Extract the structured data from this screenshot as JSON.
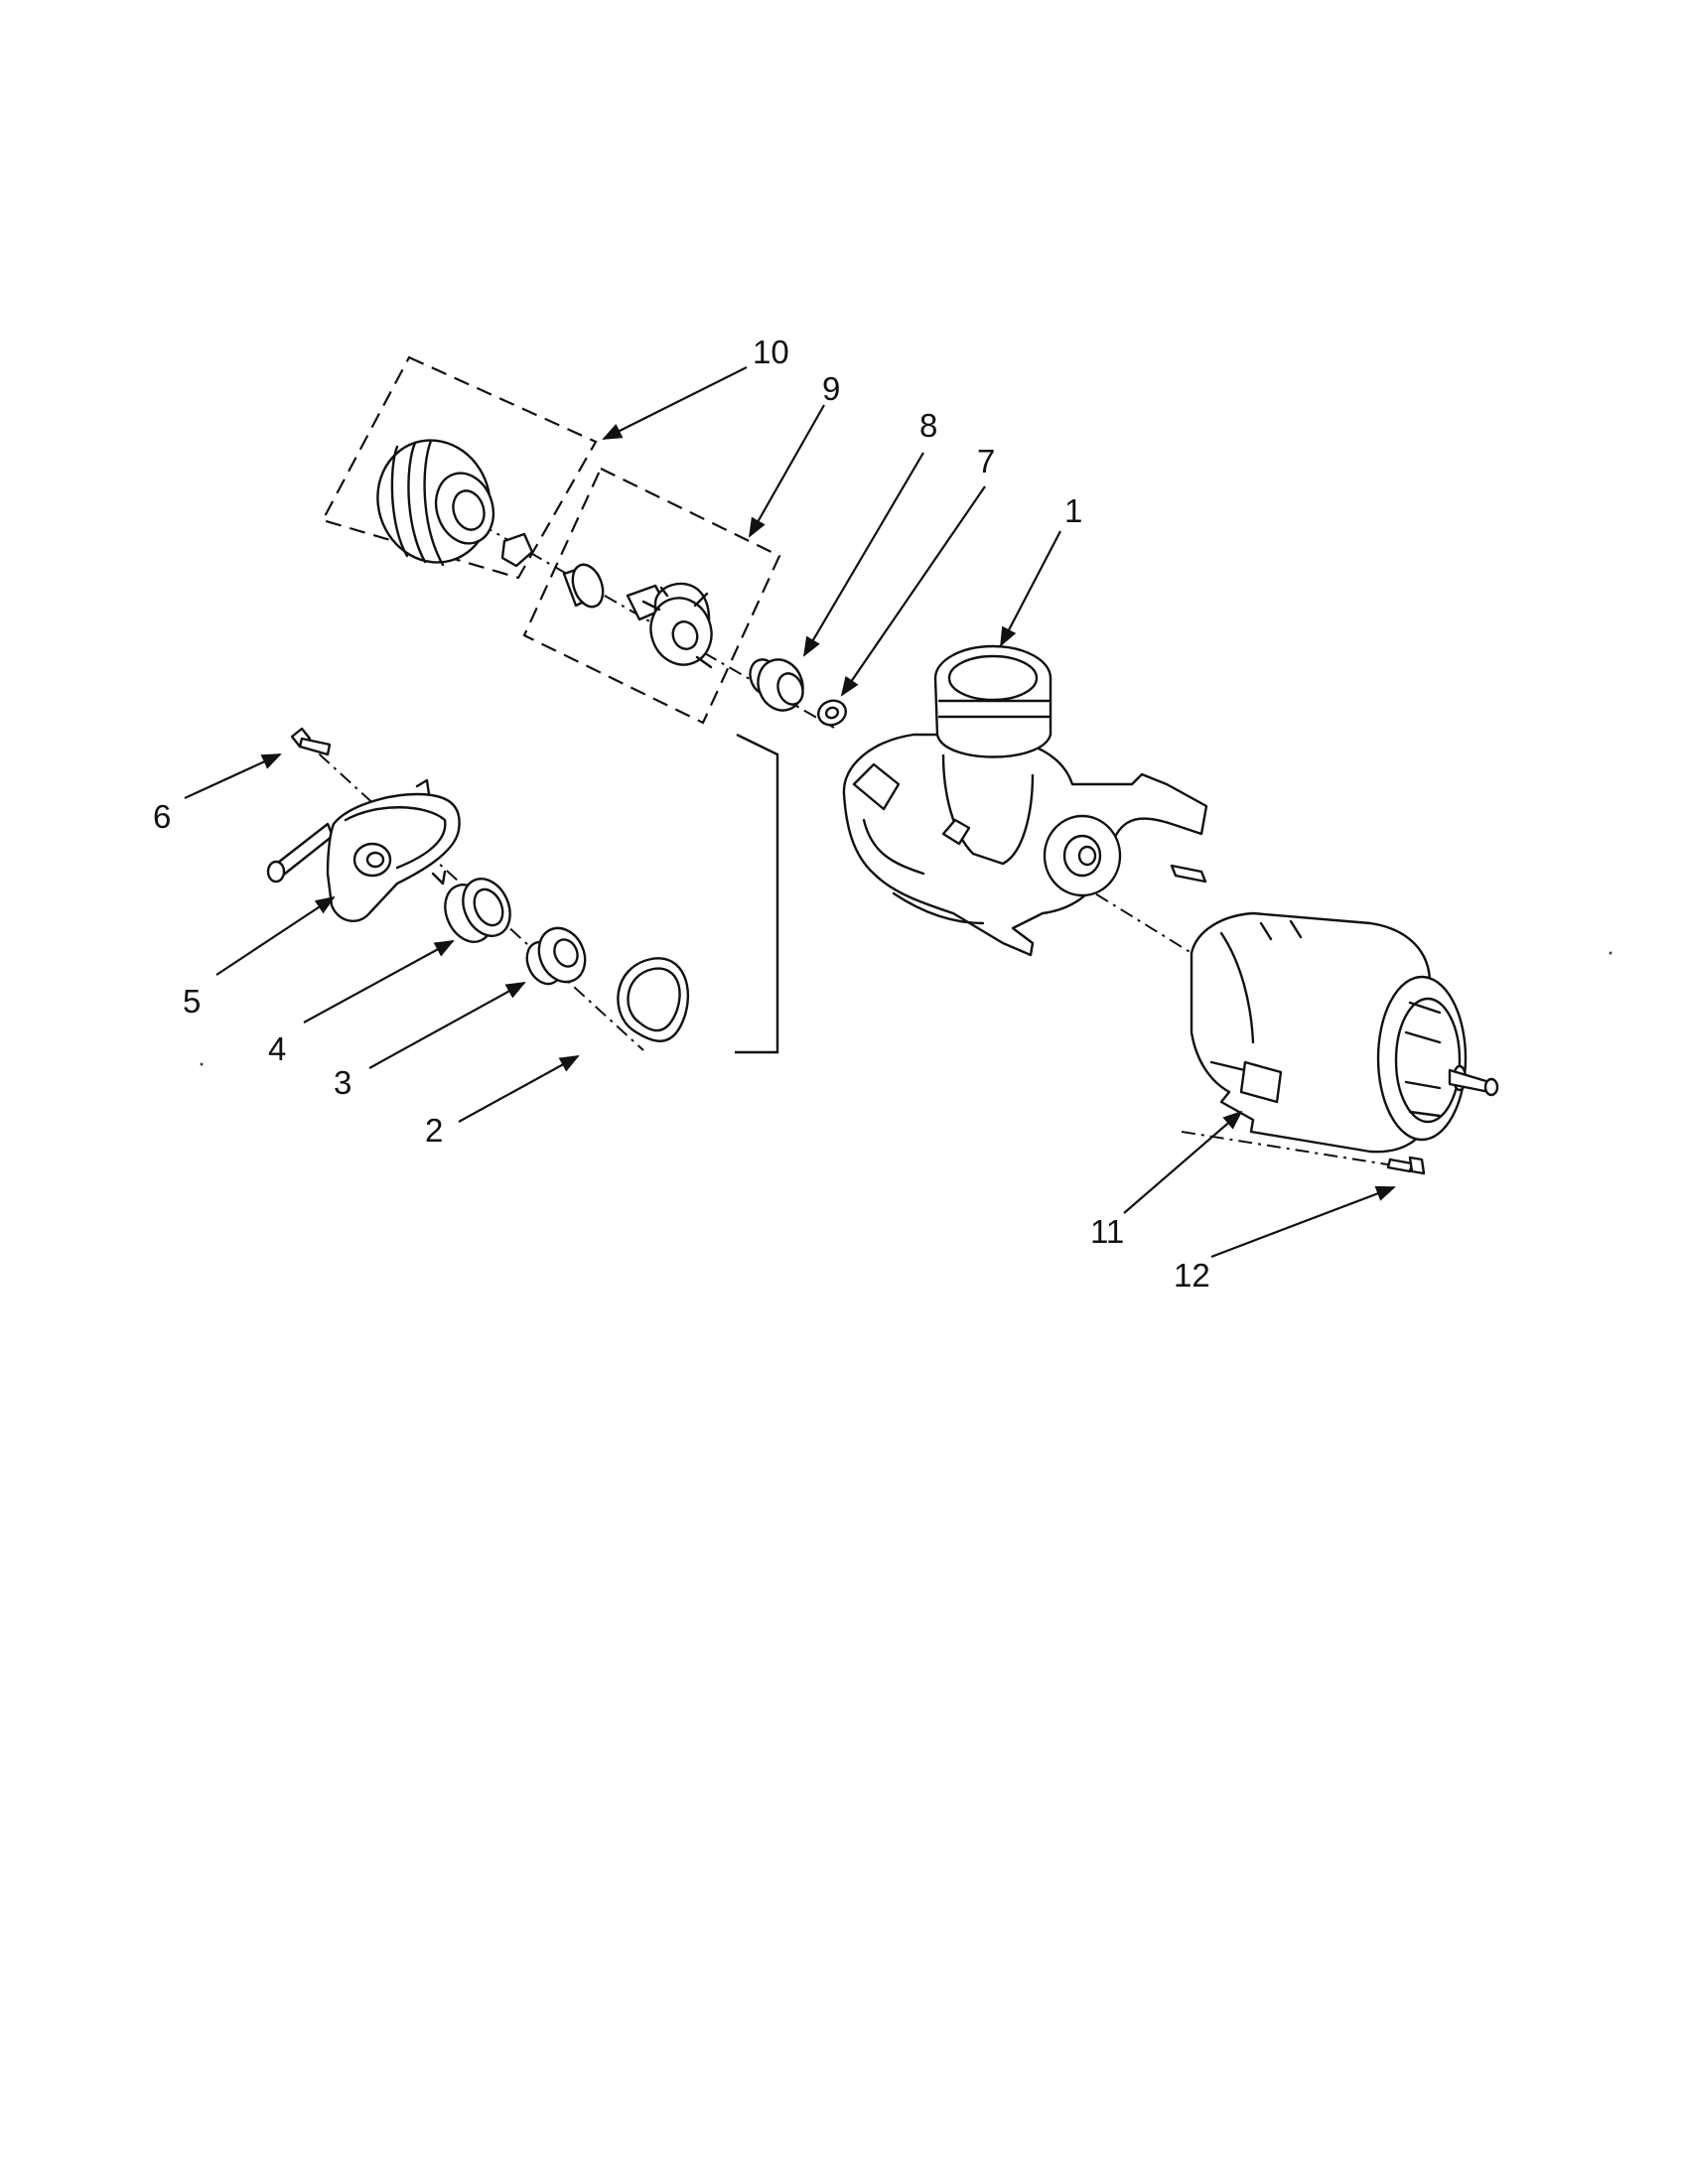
{
  "callouts": [
    {
      "id": "1",
      "text": "1"
    },
    {
      "id": "2",
      "text": "2"
    },
    {
      "id": "3",
      "text": "3"
    },
    {
      "id": "4",
      "text": "4"
    },
    {
      "id": "5",
      "text": "5"
    },
    {
      "id": "6",
      "text": "6"
    },
    {
      "id": "7",
      "text": "7"
    },
    {
      "id": "8",
      "text": "8"
    },
    {
      "id": "9",
      "text": "9"
    },
    {
      "id": "10",
      "text": "10"
    },
    {
      "id": "11",
      "text": "11"
    },
    {
      "id": "12",
      "text": "12"
    }
  ],
  "colors": {
    "ink": "#111111",
    "paper": "#ffffff"
  }
}
